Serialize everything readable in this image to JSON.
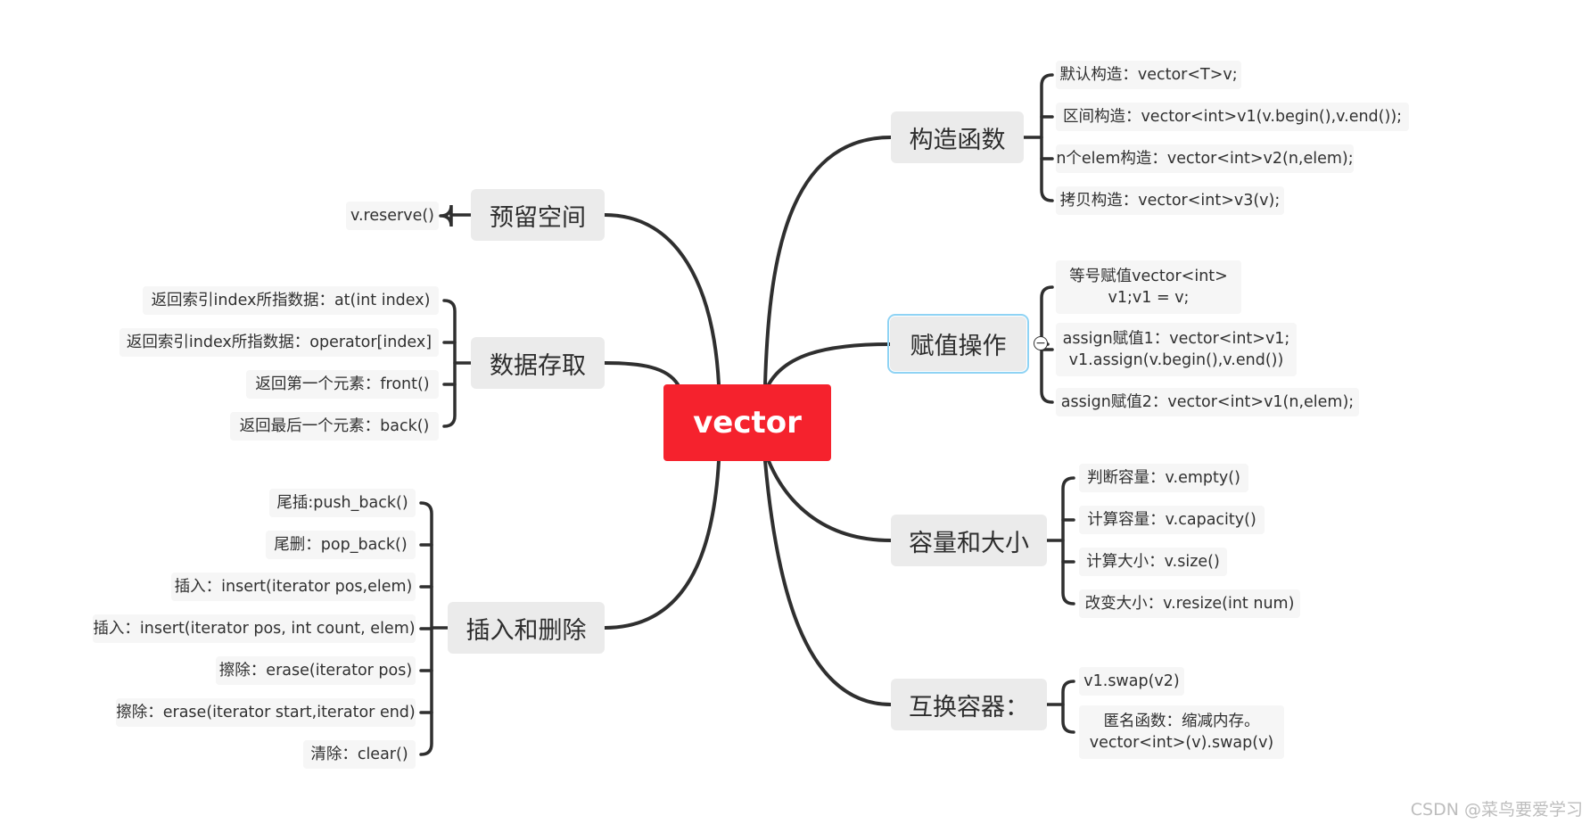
{
  "root": "vector",
  "right": [
    {
      "label": "构造函数",
      "leaves": [
        "默认构造：vector<T>v;",
        "区间构造：vector<int>v1(v.begin(),v.end());",
        "n个elem构造：vector<int>v2(n,elem);",
        "拷贝构造：vector<int>v3(v);"
      ]
    },
    {
      "label": "赋值操作",
      "leaves": [
        [
          "等号赋值vector<int>",
          "v1;v1 = v;"
        ],
        [
          "assign赋值1：vector<int>v1;",
          "v1.assign(v.begin(),v.end())"
        ],
        "assign赋值2：vector<int>v1(n,elem);"
      ]
    },
    {
      "label": "容量和大小",
      "leaves": [
        "判断容量：v.empty()",
        "计算容量：v.capacity()",
        "计算大小：v.size()",
        "改变大小：v.resize(int num)"
      ]
    },
    {
      "label": "互换容器：",
      "leaves": [
        "v1.swap(v2)",
        [
          "匿名函数：缩减内存。",
          "vector<int>(v).swap(v)"
        ]
      ]
    }
  ],
  "left": [
    {
      "label": "预留空间",
      "leaves": [
        "v.reserve()"
      ]
    },
    {
      "label": "数据存取",
      "leaves": [
        "返回索引index所指数据：at(int index)",
        "返回索引index所指数据：operator[index]",
        "返回第一个元素：front()",
        "返回最后一个元素：back()"
      ]
    },
    {
      "label": "插入和删除",
      "leaves": [
        "尾插:push_back()",
        "尾删：pop_back()",
        "插入：insert(iterator pos,elem)",
        "插入：insert(iterator pos, int count, elem)",
        "擦除：erase(iterator pos)",
        "擦除：erase(iterator start,iterator end)",
        "清除：clear()"
      ]
    }
  ],
  "watermark": "CSDN @菜鸟要爱学习",
  "colors": {
    "root_fill": "#f5222d",
    "branch_fill": "#ebebeb",
    "leaf_fill": "#f6f6f6",
    "line": "#2f2f2f",
    "selection": "#8fd3f4"
  }
}
